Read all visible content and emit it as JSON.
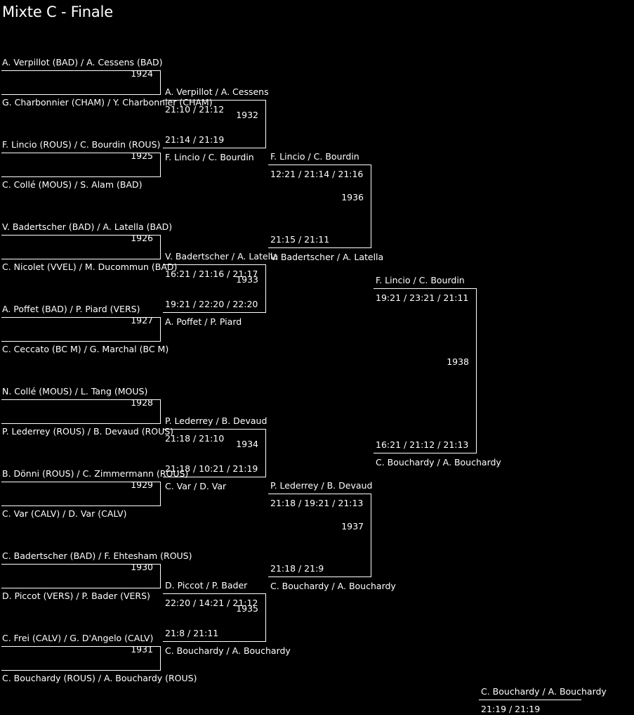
{
  "title": "Mixte C - Finale",
  "round1": [
    {
      "match": "1924",
      "top": "A. Verpillot (BAD) / A. Cessens (BAD)",
      "bottom": "G. Charbonnier (CHAM) / Y. Charbonnier (CHAM)"
    },
    {
      "match": "1925",
      "top": "F. Lincio (ROUS) / C. Bourdin (ROUS)",
      "bottom": "C. Collé (MOUS) / S. Alam (BAD)"
    },
    {
      "match": "1926",
      "top": "V. Badertscher (BAD) / A. Latella (BAD)",
      "bottom": "C. Nicolet (VVEL) / M. Ducommun (BAD)"
    },
    {
      "match": "1927",
      "top": "A. Poffet (BAD) / P. Piard (VERS)",
      "bottom": "C. Ceccato (BC M) / G. Marchal (BC M)"
    },
    {
      "match": "1928",
      "top": "N. Collé (MOUS) / L. Tang (MOUS)",
      "bottom": "P. Lederrey (ROUS) / B. Devaud (ROUS)"
    },
    {
      "match": "1929",
      "top": "B. Dönni (ROUS) / C. Zimmermann (ROUS)",
      "bottom": "C. Var (CALV) / D. Var (CALV)"
    },
    {
      "match": "1930",
      "top": "C. Badertscher (BAD) / F. Ehtesham (ROUS)",
      "bottom": "D. Piccot (VERS) / P. Bader (VERS)"
    },
    {
      "match": "1931",
      "top": "C. Frei (CALV) / G. D'Angelo (CALV)",
      "bottom": "C. Bouchardy (ROUS) / A. Bouchardy (ROUS)"
    }
  ],
  "round2": [
    {
      "match": "1932",
      "top": "A. Verpillot / A. Cessens",
      "top_score": "21:10 / 21:12",
      "bottom": "F. Lincio / C. Bourdin",
      "bottom_score": "21:14 / 21:19"
    },
    {
      "match": "1933",
      "top": "V. Badertscher / A. Latella",
      "top_score": "16:21 / 21:16 / 21:17",
      "bottom": "A. Poffet / P. Piard",
      "bottom_score": "19:21 / 22:20 / 22:20"
    },
    {
      "match": "1934",
      "top": "P. Lederrey / B. Devaud",
      "top_score": "21:18 / 21:10",
      "bottom": "C. Var / D. Var",
      "bottom_score": "21:18 / 10:21 / 21:19"
    },
    {
      "match": "1935",
      "top": "D. Piccot / P. Bader",
      "top_score": "22:20 / 14:21 / 21:12",
      "bottom": "C. Bouchardy / A. Bouchardy",
      "bottom_score": "21:8 / 21:11"
    }
  ],
  "round3": [
    {
      "match": "1936",
      "top": "F. Lincio / C. Bourdin",
      "top_score": "12:21 / 21:14 / 21:16",
      "bottom": "V. Badertscher / A. Latella",
      "bottom_score": "21:15 / 21:11"
    },
    {
      "match": "1937",
      "top": "P. Lederrey / B. Devaud",
      "top_score": "21:18 / 19:21 / 21:13",
      "bottom": "C. Bouchardy / A. Bouchardy",
      "bottom_score": "21:18 / 21:9"
    }
  ],
  "round4": [
    {
      "match": "1938",
      "top": "F. Lincio / C. Bourdin",
      "top_score": "19:21 / 23:21 / 21:11",
      "bottom": "C. Bouchardy / A. Bouchardy",
      "bottom_score": "16:21 / 21:12 / 21:13"
    }
  ],
  "winner": {
    "name": "C. Bouchardy / A. Bouchardy",
    "score": "21:19 / 21:19"
  }
}
